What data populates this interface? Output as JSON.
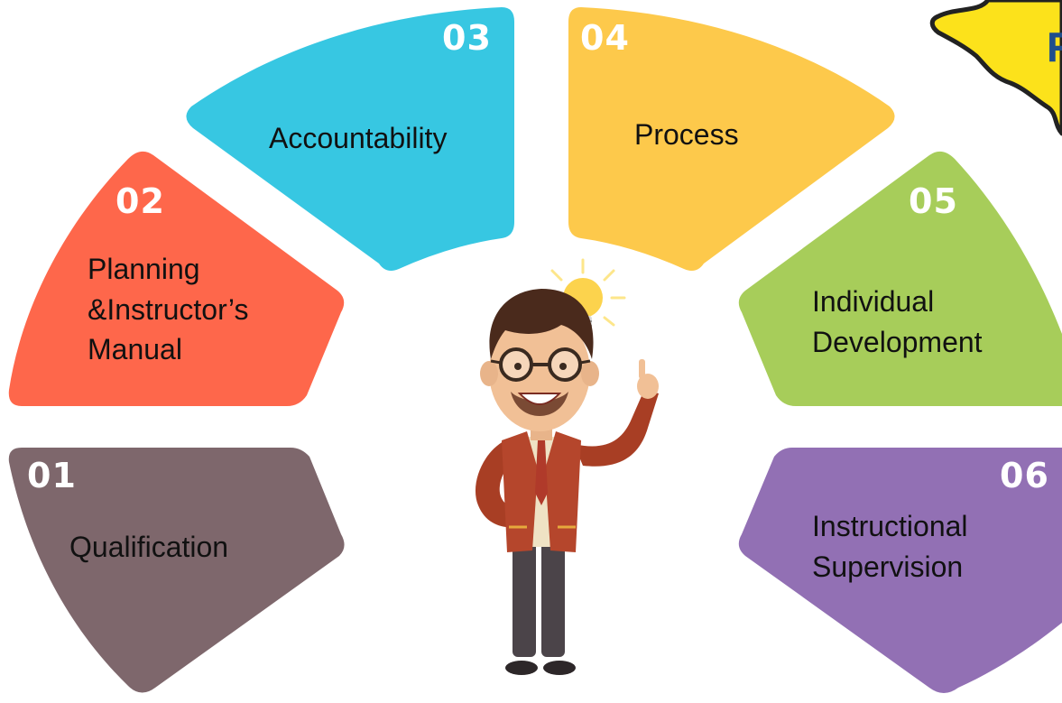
{
  "segments": [
    {
      "number": "01",
      "label_lines": [
        "Qualification"
      ],
      "color": "#7e676c"
    },
    {
      "number": "02",
      "label_lines": [
        "Planning",
        "&Instructor’s",
        "Manual"
      ],
      "color": "#fe674b"
    },
    {
      "number": "03",
      "label_lines": [
        "Accountability"
      ],
      "color": "#37c7e2"
    },
    {
      "number": "04",
      "label_lines": [
        "Process"
      ],
      "color": "#fdc94b"
    },
    {
      "number": "05",
      "label_lines": [
        "Individual",
        "Development"
      ],
      "color": "#a7cd5a"
    },
    {
      "number": "06",
      "label_lines": [
        "Instructional",
        "Supervision"
      ],
      "color": "#9270b4"
    }
  ],
  "corner_sticker": {
    "visible_letter": "R",
    "color": "#fce21b"
  },
  "center_figure": {
    "icon": "teacher-with-lightbulb-icon"
  }
}
